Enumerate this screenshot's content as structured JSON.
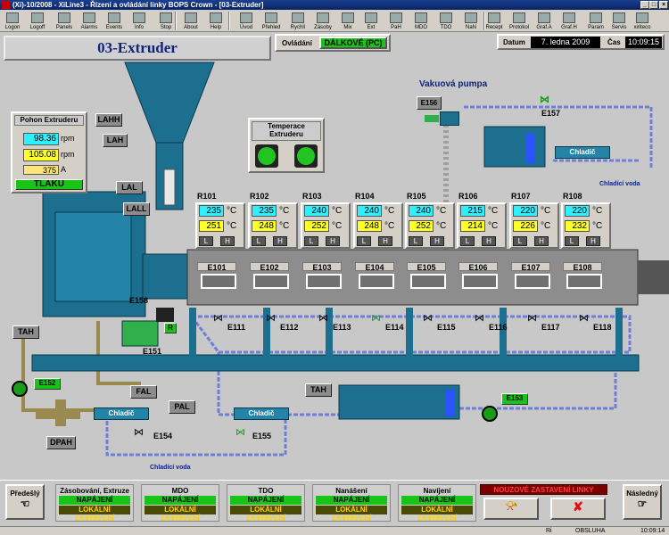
{
  "window": {
    "title": "(Xi)-10/2008 - XiLine3 - Řízení a ovládání linky BOPS Crown - [03-Extruder]"
  },
  "toolbar": [
    {
      "label": "Logon",
      "icon": "logon-icon"
    },
    {
      "label": "Logoff",
      "icon": "logoff-icon"
    },
    {
      "label": "Panels",
      "icon": "panels-icon"
    },
    {
      "label": "Alarms",
      "icon": "alarms-icon"
    },
    {
      "label": "Events",
      "icon": "events-icon"
    },
    {
      "label": "Info",
      "icon": "info-icon"
    },
    {
      "label": "Stop",
      "icon": "stop-icon"
    },
    {
      "label": "About",
      "icon": "about-icon"
    },
    {
      "label": "Help",
      "icon": "help-icon"
    },
    {
      "label": "Úvod",
      "icon": "home-icon"
    },
    {
      "label": "Přehled",
      "icon": "overview-icon"
    },
    {
      "label": "Rychlí",
      "icon": "quick-icon"
    },
    {
      "label": "Zásoby",
      "icon": "stock-icon"
    },
    {
      "label": "Mix",
      "icon": "mix-icon"
    },
    {
      "label": "Ext",
      "icon": "ext-icon"
    },
    {
      "label": "PaH",
      "icon": "pah-icon"
    },
    {
      "label": "MDO",
      "icon": "mdo-icon"
    },
    {
      "label": "TDO",
      "icon": "tdo-icon"
    },
    {
      "label": "NaN",
      "icon": "nan-icon"
    },
    {
      "label": "Recept",
      "icon": "recipe-icon"
    },
    {
      "label": "Protokol",
      "icon": "protocol-icon"
    },
    {
      "label": "Graf.A",
      "icon": "graph-a-icon"
    },
    {
      "label": "Graf.H",
      "icon": "graph-h-icon"
    },
    {
      "label": "Param",
      "icon": "param-icon"
    },
    {
      "label": "Servis",
      "icon": "service-icon"
    },
    {
      "label": "xiriteco",
      "icon": "xiriteco-icon"
    }
  ],
  "header": {
    "title": "03-Extruder",
    "control_label": "Ovládání",
    "control_value": "DÁLKOVÉ (PC)",
    "date_label": "Datum",
    "date_value": "7. ledna 2009",
    "time_label": "Čas",
    "time_value": "10:09:15"
  },
  "drive": {
    "title": "Pohon Extruderu",
    "speed1": "98.36",
    "speed1_unit": "rpm",
    "speed2": "105.08",
    "speed2_unit": "rpm",
    "current": "375",
    "current_unit": "A",
    "mode": "TLAKU"
  },
  "hopper": {
    "tags": [
      "LAHH",
      "LAH",
      "LAL",
      "LALL"
    ]
  },
  "temp_panel": {
    "title_line1": "Temperace",
    "title_line2": "Extruderu"
  },
  "vacuum": {
    "label": "Vakuová pumpa",
    "pump": "E156",
    "valve": "E157",
    "cooler": "Chladič",
    "cooling_water": "Chladící voda"
  },
  "zones": [
    {
      "name": "R101",
      "actual": "235",
      "setpoint": "251",
      "heater": "E101",
      "valve": "E111"
    },
    {
      "name": "R102",
      "actual": "235",
      "setpoint": "248",
      "heater": "E102",
      "valve": "E112"
    },
    {
      "name": "R103",
      "actual": "240",
      "setpoint": "252",
      "heater": "E103",
      "valve": "E113"
    },
    {
      "name": "R104",
      "actual": "240",
      "setpoint": "248",
      "heater": "E104",
      "valve": "E114"
    },
    {
      "name": "R105",
      "actual": "240",
      "setpoint": "252",
      "heater": "E105",
      "valve": "E115"
    },
    {
      "name": "R106",
      "actual": "215",
      "setpoint": "214",
      "heater": "E106",
      "valve": "E116"
    },
    {
      "name": "R107",
      "actual": "220",
      "setpoint": "226",
      "heater": "E107",
      "valve": "E117"
    },
    {
      "name": "R108",
      "actual": "220",
      "setpoint": "232",
      "heater": "E108",
      "valve": "E118"
    }
  ],
  "zone_units": {
    "unit": "°C",
    "low": "L",
    "high": "H"
  },
  "motor": {
    "label": "E158",
    "id": "E151",
    "run": "R"
  },
  "lower": {
    "tah_left": "TAH",
    "e152": "E152",
    "fal": "FAL",
    "pal": "PAL",
    "dpah": "DPAH",
    "cooler1": "Chladič",
    "e154": "E154",
    "cooler2": "Chladič",
    "e155": "E155",
    "cooling_water": "Chladící voda",
    "tah_right": "TAH",
    "e153": "E153"
  },
  "bottom": {
    "prev": "Předešlý",
    "next": "Následný",
    "panels": [
      {
        "title": "Zásobování, Extruze",
        "s1": "NAPÁJENÍ",
        "s2": "LOKÁLNÍ ZASTAVENÍ"
      },
      {
        "title": "MDO",
        "s1": "NAPÁJENÍ",
        "s2": "LOKÁLNÍ ZASTAVENÍ"
      },
      {
        "title": "TDO",
        "s1": "NAPÁJENÍ",
        "s2": "LOKÁLNÍ ZASTAVENÍ"
      },
      {
        "title": "Nanášení",
        "s1": "NAPÁJENÍ",
        "s2": "LOKÁLNÍ ZASTAVENÍ"
      },
      {
        "title": "Navíjení",
        "s1": "NAPÁJENÍ",
        "s2": "LOKÁLNÍ ZASTAVENÍ"
      }
    ],
    "emergency": "NOUZOVÉ ZASTAVENÍ LINKY"
  },
  "status": {
    "mode": "Ri",
    "user": "OBSLUHA",
    "time": "10:09:14"
  }
}
